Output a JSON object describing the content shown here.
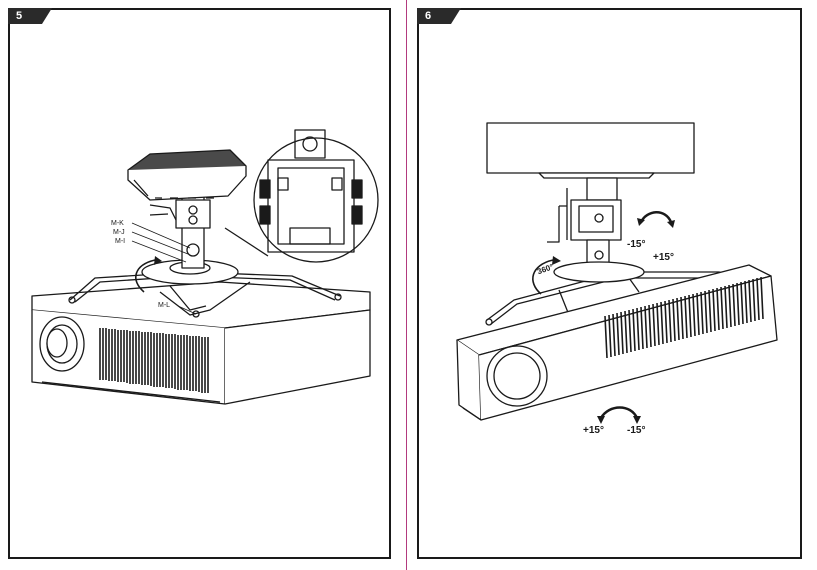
{
  "panels": [
    {
      "step": "5",
      "callouts": {
        "mk": "M-K",
        "mj": "M-J",
        "mi": "M-I",
        "ml": "M-L"
      }
    },
    {
      "step": "6",
      "labels": {
        "rotate": "360°",
        "tilt_neg": "-15°",
        "tilt_pos": "+15°",
        "swivel_pos": "+15°",
        "swivel_neg": "-15°"
      }
    }
  ],
  "colors": {
    "divider": "#b23a7e",
    "line": "#1a1a1a",
    "tab": "#2a2a2a"
  }
}
